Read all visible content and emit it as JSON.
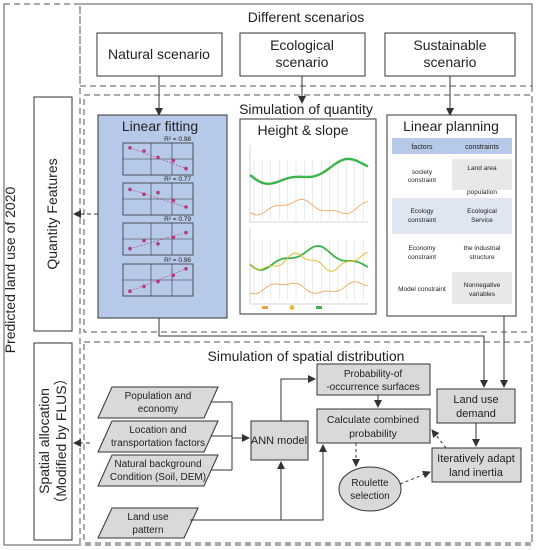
{
  "left_panel": {
    "main_label": "Predicted land use of 2020",
    "quantity_label": "Quantity Features",
    "spatial_label_1": "Spatial allocation",
    "spatial_label_2": "（Modified by FLUS）"
  },
  "scenarios": {
    "title": "Different  scenarios",
    "natural": "Natural scenario",
    "ecological_1": "Ecological",
    "ecological_2": "scenario",
    "sustainable_1": "Sustainable",
    "sustainable_2": "scenario"
  },
  "quantity": {
    "title": "Simulation of quantity",
    "linear_fitting": {
      "title": "Linear fitting",
      "r2_labels": [
        "R² = 0.98",
        "R² = 0.77",
        "R² = 0.79",
        "R² = 0.96"
      ]
    },
    "height_slope": {
      "title": "Height & slope"
    },
    "linear_planning": {
      "title": "Linear planning",
      "header": [
        "factors",
        "constraints"
      ],
      "rows": [
        {
          "factor": "society constraint",
          "constraints": [
            "Land area",
            "population"
          ]
        },
        {
          "factor": "Ecology constraint",
          "constraints": [
            "Ecological Service"
          ]
        },
        {
          "factor": "Economy constraint",
          "constraints": [
            "the industrial structure"
          ]
        },
        {
          "factor": "Model constraint",
          "constraints": [
            "Nonnegative variables"
          ]
        }
      ]
    }
  },
  "spatial": {
    "title": "Simulation of spatial distribution",
    "inputs": {
      "population_1": "Population and",
      "population_2": "economy",
      "location_1": "Location and",
      "location_2": "transportation  factors",
      "natural_1": "Natural background",
      "natural_2": "Condition (Soil, DEM)",
      "landuse_1": "Land use",
      "landuse_2": "pattern"
    },
    "ann": "ANN model",
    "probability_1": "Probability-of",
    "probability_2": "-occurrence surfaces",
    "combined_1": "Calculate combined",
    "combined_2": "probability",
    "roulette_1": "Roulette",
    "roulette_2": "selection",
    "demand_1": "Land use",
    "demand_2": "demand",
    "inertia_1": "Iteratively adapt",
    "inertia_2": "land inertia"
  },
  "colors": {
    "fitting_bg": "#b7c9e8",
    "planning_header": "#b7c9e8",
    "node_fill": "#d9d9d9",
    "green_line": "#3cb44b",
    "orange_line": "#e8a050",
    "dot": "#b03a7a"
  }
}
